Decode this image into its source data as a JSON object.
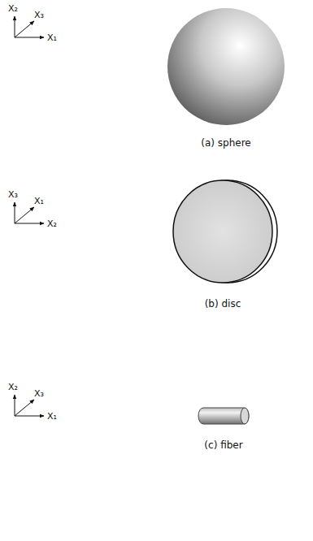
{
  "diagram": {
    "labels": [
      "X₂",
      "X₃",
      "X₁",
      "(a) sphere",
      "X₃",
      "X₁",
      "X₂",
      "(b) disc",
      "X₂",
      "X₃",
      "X₁",
      "(c) fiber"
    ]
  }
}
